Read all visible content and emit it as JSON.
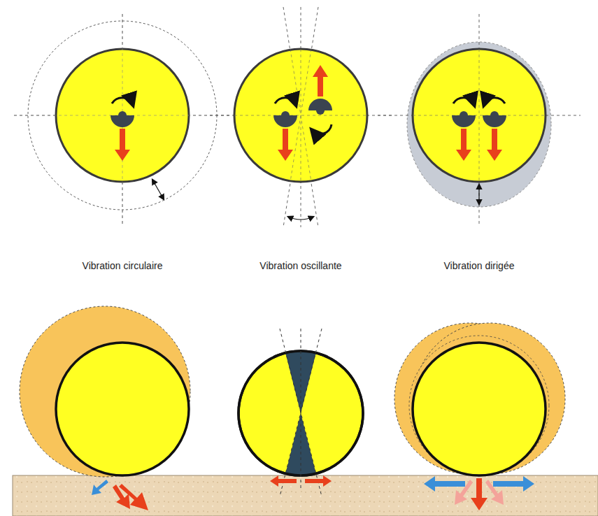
{
  "diagram": {
    "labels": [
      "Vibration circulaire",
      "Vibration oscillante",
      "Vibration dirigée"
    ]
  }
}
